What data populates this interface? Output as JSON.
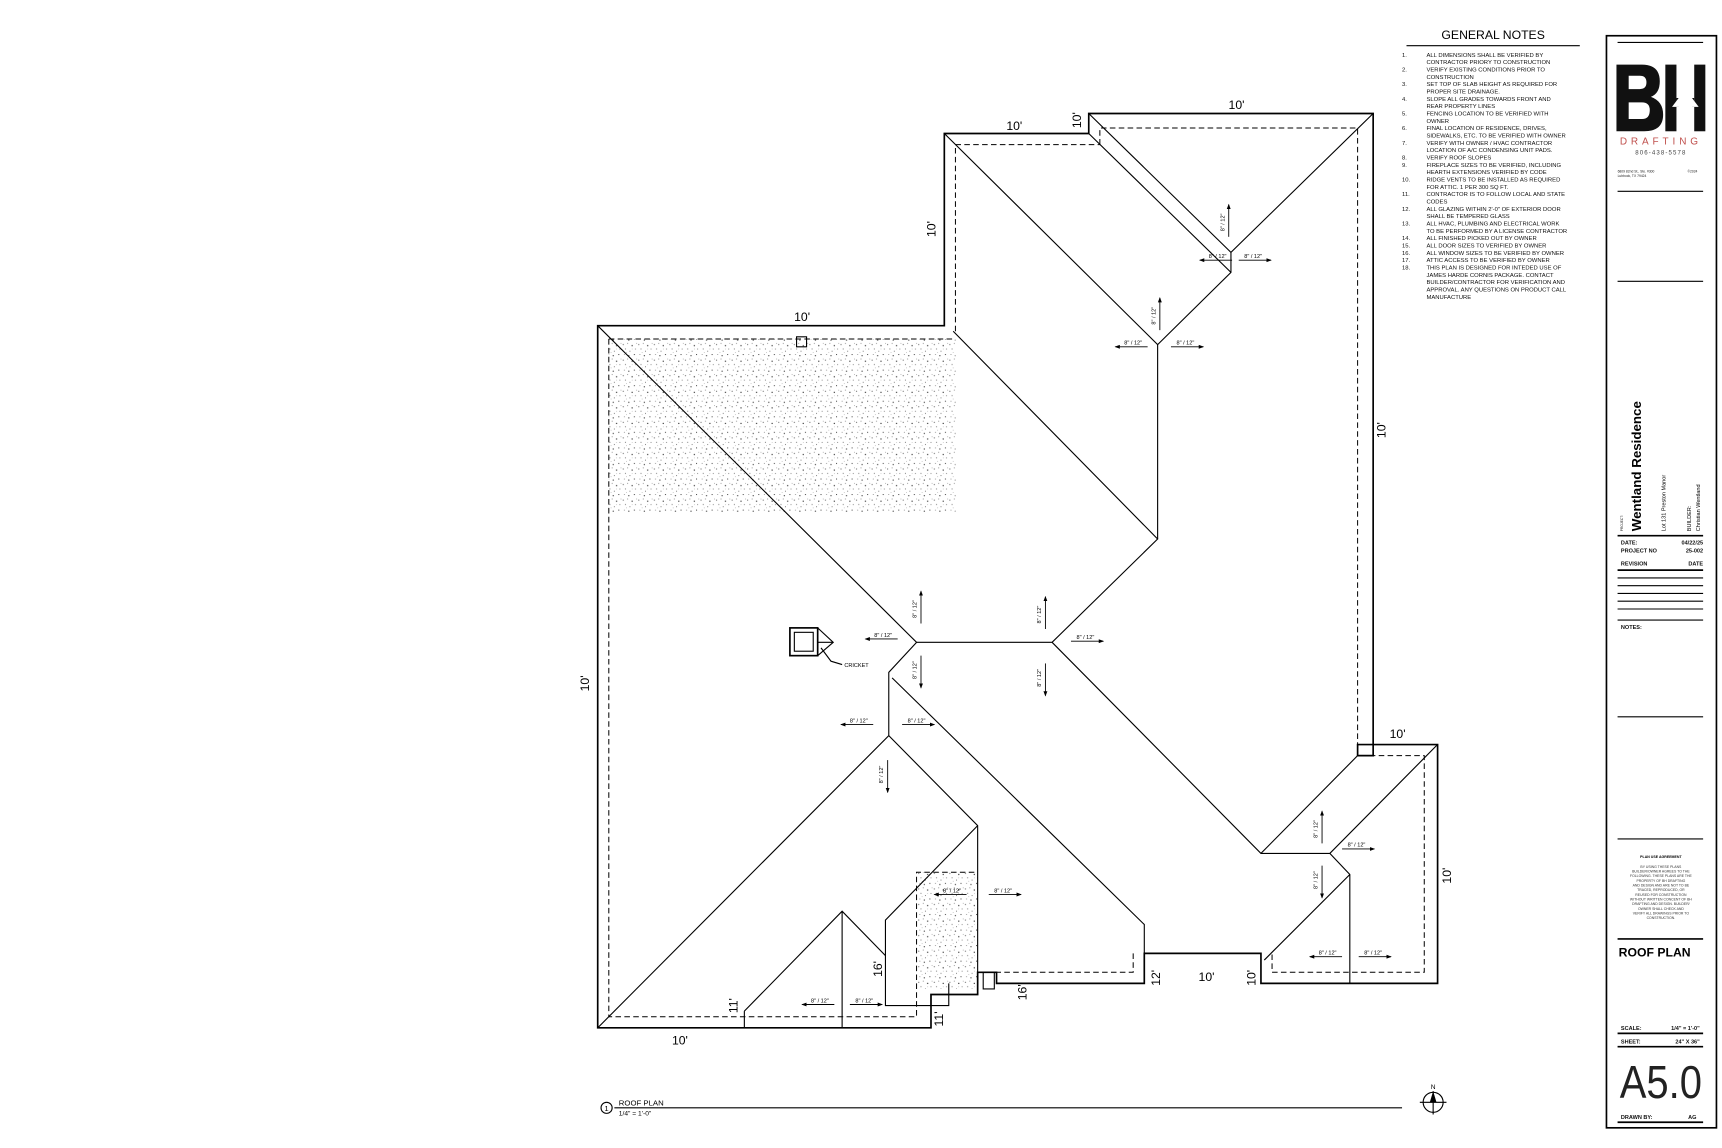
{
  "general_notes": {
    "title": "GENERAL NOTES",
    "items": [
      {
        "num": "1.",
        "lines": [
          "ALL DIMENSIONS SHALL BE VERIFIED BY",
          "CONTRACTOR PRIORY TO CONSTRUCTION"
        ]
      },
      {
        "num": "2.",
        "lines": [
          "VERIFY EXISTING CONDITIONS PRIOR TO",
          "CONSTRUCTION"
        ]
      },
      {
        "num": "3.",
        "lines": [
          "SET TOP OF SLAB HEIGHT AS REQUIRED FOR",
          "PROPER SITE DRAINAGE."
        ]
      },
      {
        "num": "4.",
        "lines": [
          "SLOPE ALL GRADES TOWARDS FRONT AND",
          "REAR PROPERTY LINES"
        ]
      },
      {
        "num": "5.",
        "lines": [
          "FENCING LOCATION TO BE VERIFIED WITH",
          "OWNER"
        ]
      },
      {
        "num": "6.",
        "lines": [
          "FINAL LOCATION OF RESIDENCE, DRIVES,",
          "SIDEWALKS, ETC. TO BE VERIFIED WITH OWNER"
        ]
      },
      {
        "num": "7.",
        "lines": [
          "VERIFY WITH OWNER / HVAC CONTRACTOR",
          "LOCATION OF A/C CONDENSING UNIT PADS."
        ]
      },
      {
        "num": "8.",
        "lines": [
          "VERIFY ROOF SLOPES"
        ]
      },
      {
        "num": "9.",
        "lines": [
          "FIREPLACE SIZES TO BE VERIFIED, INCLUDING",
          "HEARTH EXTENSIONS VERIFIED BY CODE"
        ]
      },
      {
        "num": "10.",
        "lines": [
          "RIDGE VENTS TO BE INSTALLED AS REQUIRED",
          "FOR ATTIC. 1 PER 300 SQ FT."
        ]
      },
      {
        "num": "11.",
        "lines": [
          "CONTRACTOR IS TO FOLLOW LOCAL AND STATE",
          "CODES"
        ]
      },
      {
        "num": "12.",
        "lines": [
          "ALL GLAZING WITHIN 2'-0\" OF EXTERIOR DOOR",
          "SHALL BE TEMPERED GLASS"
        ]
      },
      {
        "num": "13.",
        "lines": [
          "ALL HVAC, PLUMBING AND ELECTRICAL WORK",
          "TO BE PERFORMED BY A LICENSE CONTRACTOR"
        ]
      },
      {
        "num": "14.",
        "lines": [
          "ALL FINISHED PICKED OUT BY OWNER"
        ]
      },
      {
        "num": "15.",
        "lines": [
          "ALL DOOR SIZES TO VERIFIED BY OWNER"
        ]
      },
      {
        "num": "16.",
        "lines": [
          "ALL WINDOW SIZES TO BE VERIFIED BY OWNER"
        ]
      },
      {
        "num": "17.",
        "lines": [
          "ATTIC ACCESS TO BE VERIFIED BY OWNER"
        ]
      },
      {
        "num": "18.",
        "lines": [
          "THIS PLAN IS DESIGNED FOR INTEDED USE OF",
          "JAMES HARDE CORNIS PACKAGE. CONTACT",
          "BUILDER/CONTRACTOR FOR VERIFICATION AND",
          "APPROVAL. ANY QUESTIONS ON PRODUCT CALL",
          "MANUFACTURE"
        ]
      }
    ]
  },
  "plan": {
    "slope_label": "8\" / 12\"",
    "cricket_label": "CRICKET",
    "dims": {
      "d10": "10'",
      "d11": "11'",
      "d12": "12'",
      "d16": "16'"
    },
    "view_number": "1",
    "view_title": "ROOF PLAN",
    "view_scale": "1/4\" = 1'-0\"",
    "north_label": "N"
  },
  "title_block": {
    "logo_text": "BH",
    "logo_sub": "DRAFTING",
    "phone": "806-438-5578",
    "address_line1": "6809 82nd St., Ste. #300",
    "address_line2": "Lubbock, TX 79424",
    "copyright": "©2024",
    "project_label": "PROJECT:",
    "project_name": "Wentland Residence",
    "project_lot": "Lot 131 Preston Manor",
    "builder_label": "BUILDER:",
    "builder_name": "Christian Wentland",
    "date_label": "DATE:",
    "date_value": "04/22/25",
    "project_no_label": "PROJECT NO",
    "project_no_value": "25-002",
    "revision_label": "REVISION",
    "revision_date_label": "DATE",
    "notes_label": "NOTES:",
    "agreement_title": "PLAN USE AGREEMENT",
    "agreement_lines": [
      "BY USING THESE PLANS",
      "BUILDER/OWNER AGREES TO THE",
      "FOLLOWING. THESE PLANS ARE THE",
      "PROPERTY OF BH DRAFTING",
      "AND DESIGN AND ARE NOT TO BE",
      "TRACED, REPRODUCED, OR",
      "REUSED FOR CONSTRUCTION",
      "WITHOUT WRITTEN CONCENT OF BH",
      "DRAFTING AND DESIGN. BUILDER/",
      "OWNER SHALL CHECK AND",
      "VERIFY ALL DRAWINGS PRIOR TO",
      "CONSTRUCTION."
    ],
    "sheet_title": "ROOF PLAN",
    "scale_label": "SCALE:",
    "scale_value": "1/4\" = 1'-0\"",
    "sheet_label": "SHEET:",
    "sheet_value": "24\" X 36\"",
    "sheet_number": "A5.0",
    "drawn_by_label": "DRAWN BY:",
    "drawn_by_value": "AG",
    "accent_color": "#c0504d"
  }
}
